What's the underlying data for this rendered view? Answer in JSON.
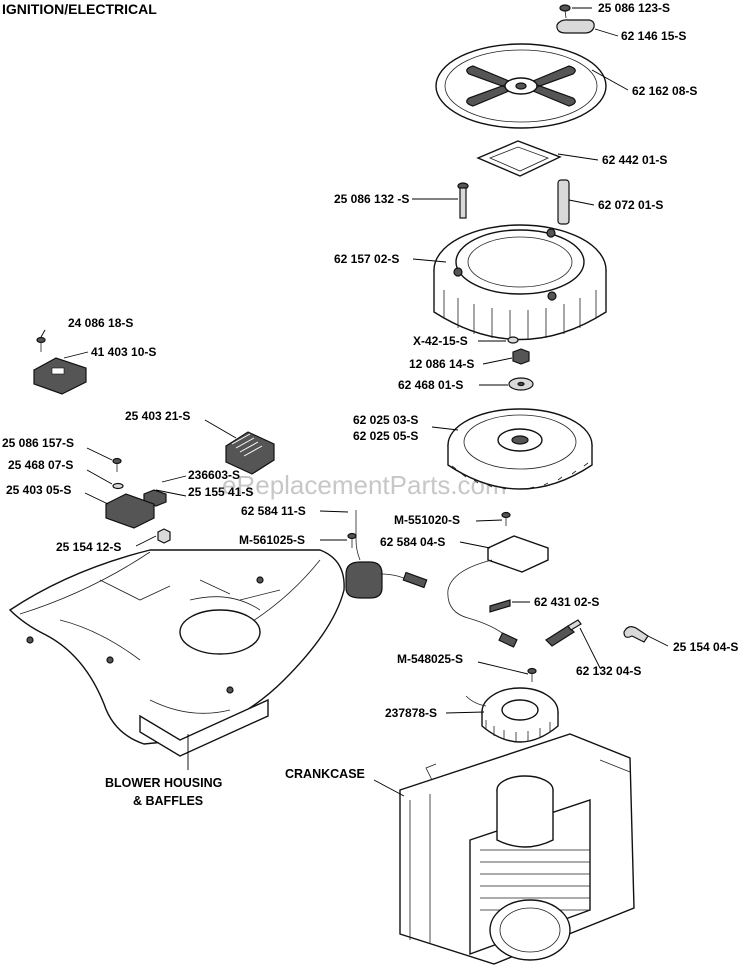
{
  "title": "IGNITION/ELECTRICAL",
  "watermark": "eReplacementParts.com",
  "captions": {
    "blower_line1": "BLOWER HOUSING",
    "blower_line2": "& BAFFLES",
    "crankcase": "CRANKCASE"
  },
  "labels": {
    "p_25086123": "25 086 123-S",
    "p_6214615": "62 146 15-S",
    "p_6216208": "62 162 08-S",
    "p_6244201": "62 442 01-S",
    "p_25086132": "25 086 132 -S",
    "p_6207201": "62 072 01-S",
    "p_6215702": "62 157 02-S",
    "p_X4215": "X-42-15-S",
    "p_1208614": "12 086 14-S",
    "p_6246801": "62 468 01-S",
    "p_6202503": "62 025 03-S",
    "p_6202505": "62 025 05-S",
    "p_2408618": "24 086 18-S",
    "p_4140310": "41 403 10-S",
    "p_2540321": "25 403 21-S",
    "p_25086157": "25 086 157-S",
    "p_2546807": "25 468 07-S",
    "p_236603": "236603-S",
    "p_2515541": "25 155 41-S",
    "p_2540305": "25 403 05-S",
    "p_6258411": "62 584 11-S",
    "p_M551020": "M-551020-S",
    "p_M561025": "M-561025-S",
    "p_6258404": "62 584 04-S",
    "p_2515412": "25 154 12-S",
    "p_6243102": "62 431 02-S",
    "p_2515404": "25 154 04-S",
    "p_6213204": "62 132 04-S",
    "p_M548025": "M-548025-S",
    "p_237878": "237878-S"
  }
}
